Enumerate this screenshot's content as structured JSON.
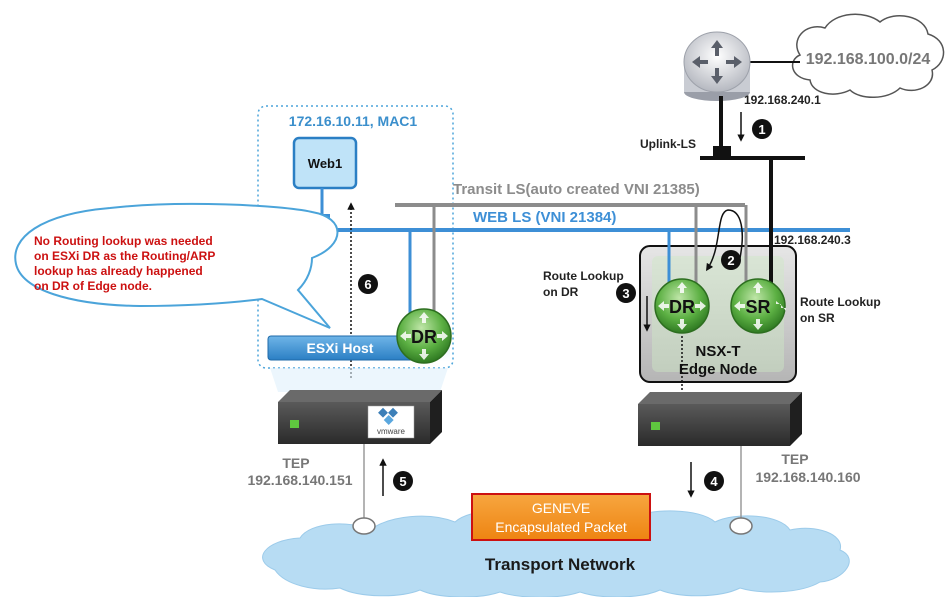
{
  "cloud_network": "192.168.100.0/24",
  "router_ip": "192.168.240.1",
  "uplink_ls": "Uplink-LS",
  "transit_ls": "Transit LS(auto created VNI 21385)",
  "web_ls": "WEB LS (VNI 21384)",
  "sr_uplink_ip": "192.168.240.3",
  "host_title": "172.16.10.11, MAC1",
  "vm_name": "Web1",
  "esxi_label": "ESXi Host",
  "dr_label": "DR",
  "sr_label": "SR",
  "edge_label_1": "NSX-T",
  "edge_label_2": "Edge Node",
  "route_lookup_dr_1": "Route Lookup",
  "route_lookup_dr_2": "on DR",
  "route_lookup_sr_1": "Route Lookup",
  "route_lookup_sr_2": "on SR",
  "callout": [
    "No Routing lookup was needed",
    "on ESXi DR as the Routing/ARP",
    "lookup has already happened",
    "on DR of Edge node."
  ],
  "vmware_logo": "vmware",
  "tep_label": "TEP",
  "tep_left_ip": "192.168.140.151",
  "tep_right_ip": "192.168.140.160",
  "geneve_1": "GENEVE",
  "geneve_2": "Encapsulated Packet",
  "transport_network": "Transport Network",
  "steps": [
    "1",
    "2",
    "3",
    "4",
    "5",
    "6"
  ],
  "colors": {
    "ls_blue": "#3d8fd6",
    "transit_gray": "#8c8c8c",
    "host_title_blue": "#3b8fcc",
    "router_green": "#4aa43a",
    "callout_red": "#cc1111",
    "geneve_orange": "#f28c1c",
    "cloud_blue": "#b7dcf3"
  }
}
